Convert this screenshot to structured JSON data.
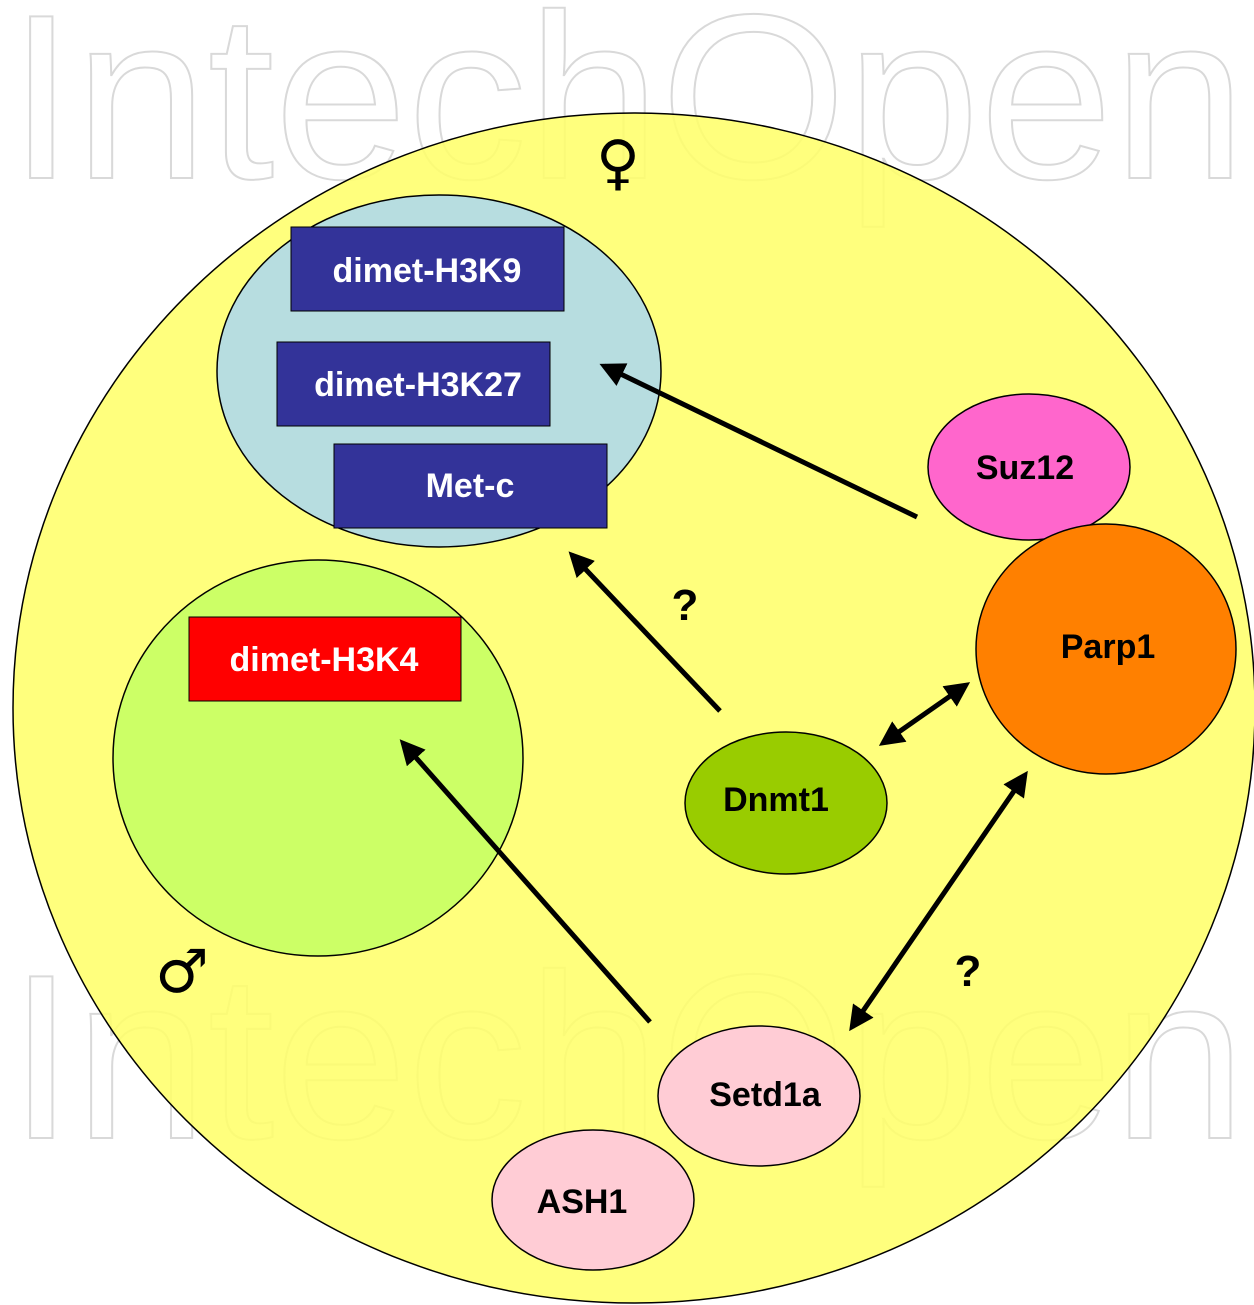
{
  "watermark": {
    "text": "IntechOpen"
  },
  "symbols": {
    "female": "♀",
    "male": "♂"
  },
  "nodes": {
    "h3k9": {
      "label": "dimet-H3K9"
    },
    "h3k27": {
      "label": "dimet-H3K27"
    },
    "metc": {
      "label": "Met-c"
    },
    "h3k4": {
      "label": "dimet-H3K4"
    },
    "suz12": {
      "label": "Suz12"
    },
    "parp1": {
      "label": "Parp1"
    },
    "dnmt1": {
      "label": "Dnmt1"
    },
    "setd1a": {
      "label": "Setd1a"
    },
    "ash1": {
      "label": "ASH1"
    }
  },
  "annotations": {
    "q1": "?",
    "q2": "?"
  },
  "colors": {
    "cell": "#ffff66",
    "female_pronucleus": "#b7dde0",
    "male_pronucleus": "#ccff66",
    "blue_box": "#333399",
    "red_box": "#ff0000",
    "suz12": "#ff66cc",
    "parp1": "#ff8000",
    "dnmt1": "#99cc00",
    "setd1a": "#ffccd5",
    "ash1": "#ffccd5"
  }
}
